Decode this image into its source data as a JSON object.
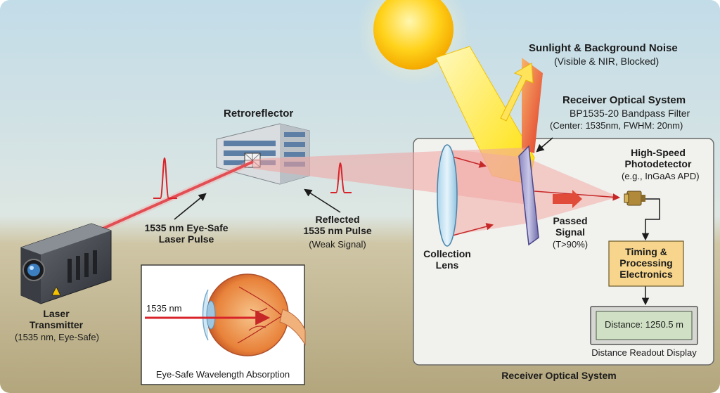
{
  "labels": {
    "retroreflector": "Retroreflector",
    "sunlight_title": "Sunlight & Background Noise",
    "sunlight_sub": "(Visible & NIR, Blocked)",
    "receiver_title": "Receiver Optical System",
    "filter_name": "BP1535-20 Bandpass Filter",
    "filter_spec": "(Center: 1535nm, FWHM: 20nm)",
    "detector_line1": "High-Speed",
    "detector_line2": "Photodetector",
    "detector_sub": "(e.g., InGaAs APD)",
    "pulse_line1": "1535 nm Eye-Safe",
    "pulse_line2": "Laser Pulse",
    "reflected_line1": "Reflected",
    "reflected_line2": "1535 nm Pulse",
    "reflected_sub": "(Weak Signal)",
    "passed_line1": "Passed",
    "passed_line2": "Signal",
    "passed_sub": "(T>90%)",
    "lens_line1": "Collection",
    "lens_line2": "Lens",
    "timing_line1": "Timing &",
    "timing_line2": "Processing",
    "timing_line3": "Electronics",
    "readout": "Distance: 1250.5 m",
    "readout_caption": "Distance Readout Display",
    "box_caption": "Receiver Optical System",
    "laser_line1": "Laser",
    "laser_line2": "Transmitter",
    "laser_sub": "(1535 nm, Eye-Safe)",
    "eye_wavelength": "1535 nm",
    "eye_caption": "Eye-Safe Wavelength Absorption"
  },
  "colors": {
    "sky": "#cfe3ec",
    "ground": "#b8ab84",
    "laser": "#d8232a",
    "beam": "#f0a3a0",
    "sun": "#ffd21a",
    "receiver_box": "#f1f1ee",
    "timing_box": "#f7d58c",
    "display": "#cfe0c4"
  },
  "icons": {
    "sun": "sun-icon",
    "building": "building-icon",
    "laser_device": "laser-device-icon",
    "eye": "eye-anatomy-icon",
    "detector": "photodiode-icon"
  }
}
